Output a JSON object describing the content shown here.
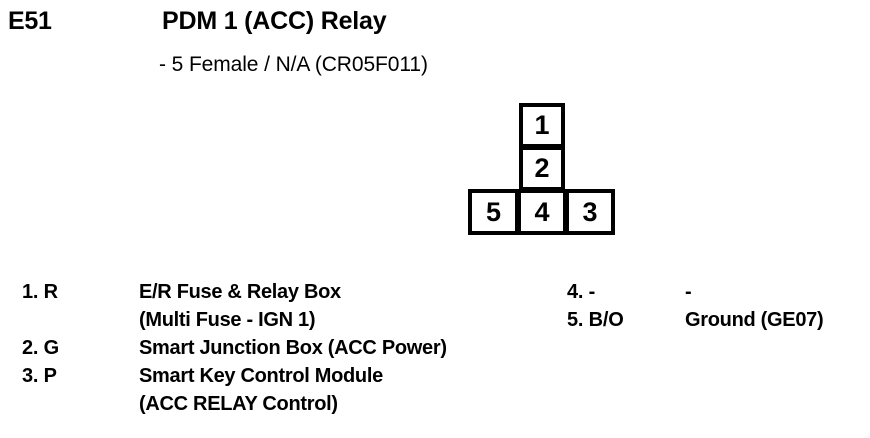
{
  "header": {
    "connector_code": "E51",
    "title": "PDM 1 (ACC) Relay",
    "subtitle": "-  5 Female / N/A (CR05F011)"
  },
  "connector_diagram": {
    "shape": "t-shape-5-pin",
    "top_column": [
      {
        "number": "1"
      },
      {
        "number": "2"
      }
    ],
    "bottom_row": [
      {
        "number": "5"
      },
      {
        "number": "4"
      },
      {
        "number": "3"
      }
    ]
  },
  "pin_legend": {
    "left_column": [
      {
        "pin": "1. R",
        "desc": "E/R Fuse & Relay Box"
      },
      {
        "pin": "",
        "desc": "(Multi Fuse - IGN 1)"
      },
      {
        "pin": "2. G",
        "desc": "Smart Junction Box (ACC Power)"
      },
      {
        "pin": "3. P",
        "desc": "Smart Key Control Module"
      },
      {
        "pin": "",
        "desc": "(ACC RELAY Control)"
      }
    ],
    "right_column": [
      {
        "pin": "4. -",
        "desc": "-"
      },
      {
        "pin": "5. B/O",
        "desc": "Ground (GE07)"
      }
    ]
  },
  "colors": {
    "ink": "#000000",
    "paper": "#ffffff"
  }
}
